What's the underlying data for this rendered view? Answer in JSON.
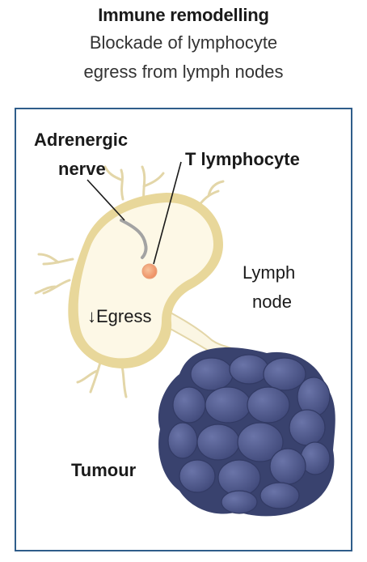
{
  "header": {
    "title": "Immune remodelling",
    "subtitle_line1": "Blockade of lymphocyte",
    "subtitle_line2": "egress from lymph nodes"
  },
  "labels": {
    "nerve_line1": "Adrenergic",
    "nerve_line2": "nerve",
    "t_lymphocyte": "T lymphocyte",
    "lymph_line1": "Lymph",
    "lymph_line2": "node",
    "egress": "↓Egress",
    "tumour": "Tumour"
  },
  "colors": {
    "frame": "#2f5d8a",
    "lymph_node_fill": "#fdf8e6",
    "lymph_node_rim": "#e8d79a",
    "tumour": "#4b5587",
    "tumour_dark": "#39426e",
    "t_cell": "#f2a27a",
    "nerve": "#a3a3a3"
  }
}
